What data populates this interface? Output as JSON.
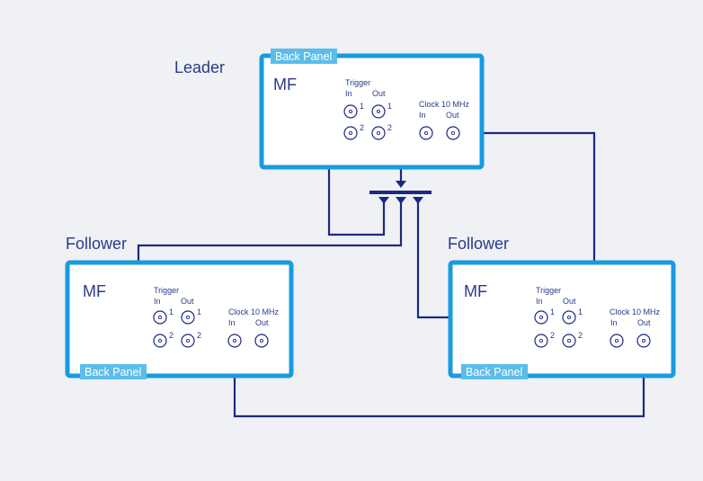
{
  "colors": {
    "background": "#f0f1f5",
    "panel_border": "#1a9ae0",
    "panel_fill": "#ffffff",
    "badge_fill": "#5bbde9",
    "badge_text": "#ffffff",
    "wire": "#1b2a80",
    "text": "#2a3a8a"
  },
  "leader": {
    "role": "Leader",
    "device": "MF",
    "back_panel": "Back Panel",
    "trigger": {
      "title": "Trigger",
      "in": "In",
      "out": "Out",
      "n1": "1",
      "n2": "2"
    },
    "clock": {
      "title": "Clock 10 MHz",
      "in": "In",
      "out": "Out"
    }
  },
  "follower_left": {
    "role": "Follower",
    "device": "MF",
    "back_panel": "Back Panel",
    "trigger": {
      "title": "Trigger",
      "in": "In",
      "out": "Out",
      "n1": "1",
      "n2": "2"
    },
    "clock": {
      "title": "Clock 10 MHz",
      "in": "In",
      "out": "Out"
    }
  },
  "follower_right": {
    "role": "Follower",
    "device": "MF",
    "back_panel": "Back Panel",
    "trigger": {
      "title": "Trigger",
      "in": "In",
      "out": "Out",
      "n1": "1",
      "n2": "2"
    },
    "clock": {
      "title": "Clock 10 MHz",
      "in": "In",
      "out": "Out"
    }
  }
}
